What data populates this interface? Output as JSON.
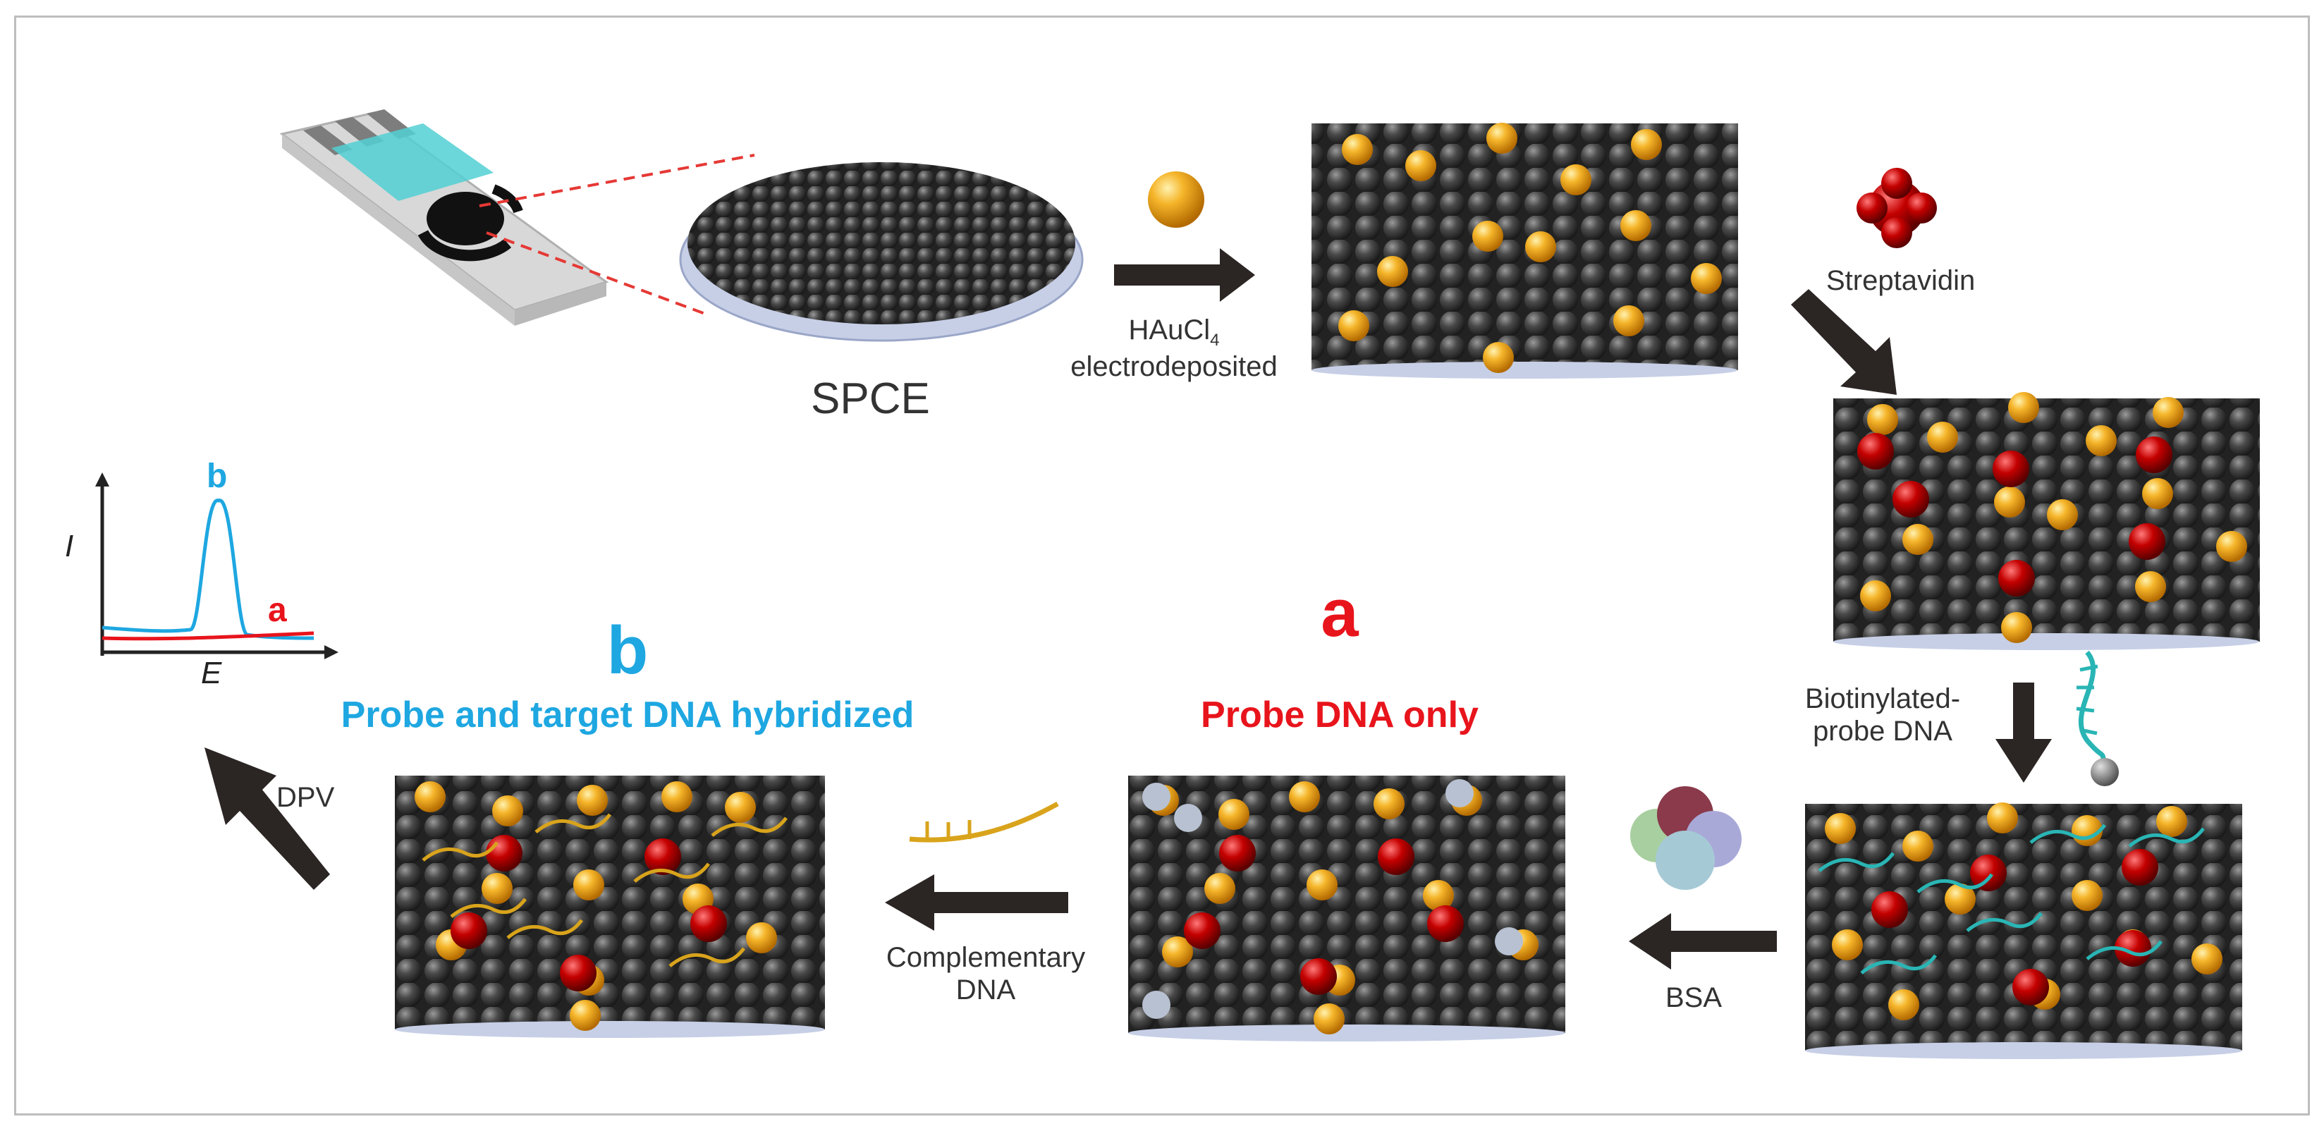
{
  "labels": {
    "spce": "SPCE",
    "hau_line1": "HAuCl",
    "hau_sub": "4",
    "hau_line2": "electrodeposited",
    "streptavidin": "Streptavidin",
    "biotin_line1": "Biotinylated-",
    "biotin_line2": "probe DNA",
    "bsa": "BSA",
    "comp_line1": "Complementary",
    "comp_line2": "DNA",
    "dpv": "DPV",
    "a_letter": "a",
    "a_caption": "Probe DNA only",
    "b_letter": "b",
    "b_caption": "Probe and target DNA hybridized"
  },
  "graph": {
    "y_label": "I",
    "x_label": "E",
    "curve_b_label": "b",
    "curve_a_label": "a"
  },
  "colors": {
    "blue": "#1ea7e1",
    "red": "#e8141c",
    "gold": "#f0a81c",
    "carbon": "#3a3a3a",
    "arrow": "#2b2523",
    "teal": "#2ab5b5",
    "dna_gold": "#d9a41c"
  }
}
